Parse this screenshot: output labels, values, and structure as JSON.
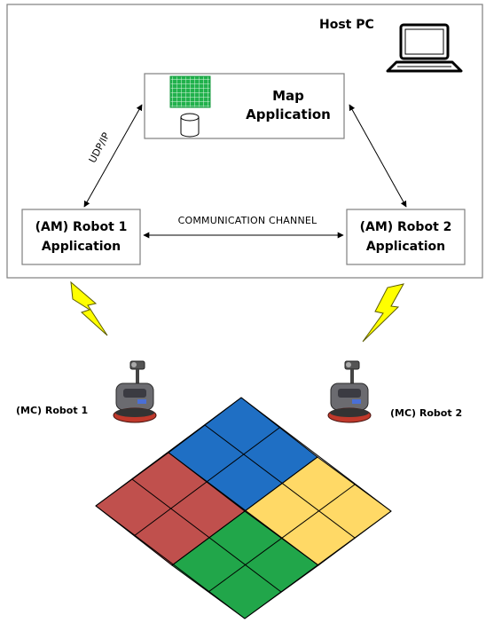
{
  "host": {
    "label": "Host PC"
  },
  "map_app": {
    "line1": "Map",
    "line2": "Application"
  },
  "robot1_app": {
    "line1": "(AM) Robot 1",
    "line2": "Application"
  },
  "robot2_app": {
    "line1": "(AM) Robot 2",
    "line2": "Application"
  },
  "links": {
    "udp_label": "UDP/IP",
    "channel_label": "COMMUNICATION CHANNEL"
  },
  "robots": {
    "robot1_label": "(MC) Robot 1",
    "robot2_label": "(MC) Robot 2"
  },
  "icons": [
    "laptop-icon",
    "grid-map-icon",
    "database-icon",
    "lightning-icon",
    "robot-icon"
  ],
  "colors": {
    "zone_blue": "#1f6fc4",
    "zone_red": "#c0504d",
    "zone_yellow": "#ffd966",
    "zone_green": "#21a64a",
    "map_green": "#21b14c",
    "bolt_yellow": "#ffff00"
  }
}
